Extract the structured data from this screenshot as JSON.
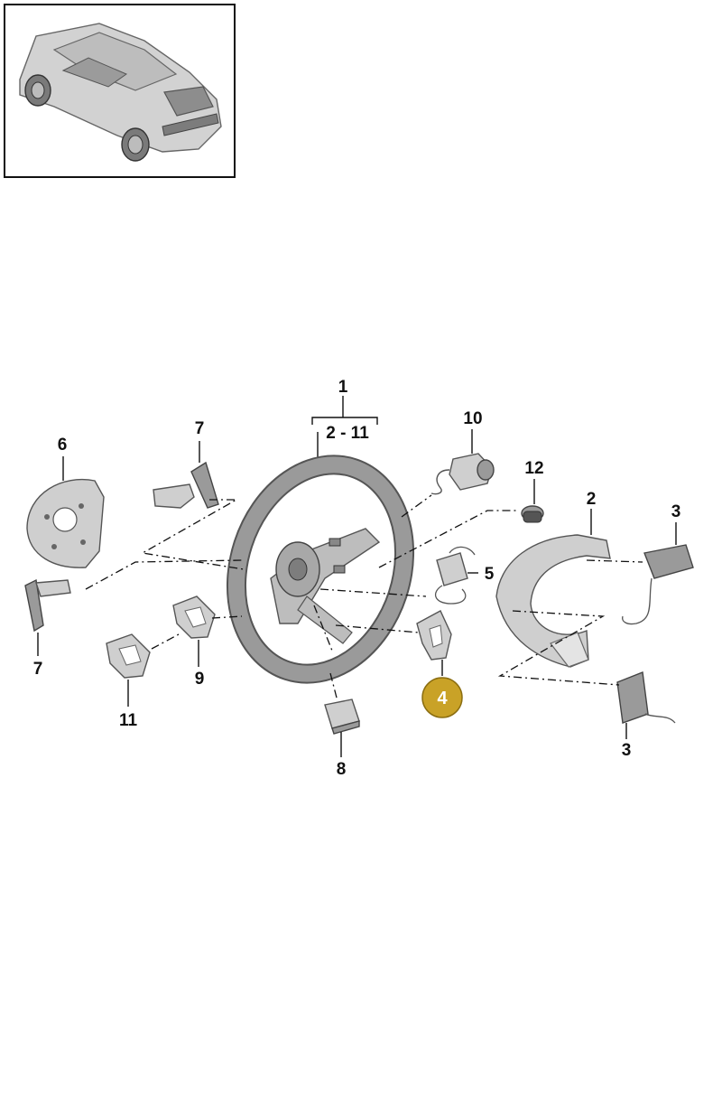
{
  "callouts": {
    "assembly": "1",
    "range": "2 - 11",
    "cover": "2",
    "switch_right_top": "3",
    "switch_right_bottom": "3",
    "selected": "4",
    "switch_wiring": "5",
    "rear_cover": "6",
    "paddle_top": "7",
    "paddle_bottom": "7",
    "control_unit": "8",
    "trim_9": "9",
    "button_10": "10",
    "trim_11": "11",
    "screw_12": "12"
  },
  "colors": {
    "badge_fill": "#c9a227",
    "badge_stroke": "#8a6d10",
    "line": "#111111",
    "part_fill": "#cfcfcf"
  }
}
